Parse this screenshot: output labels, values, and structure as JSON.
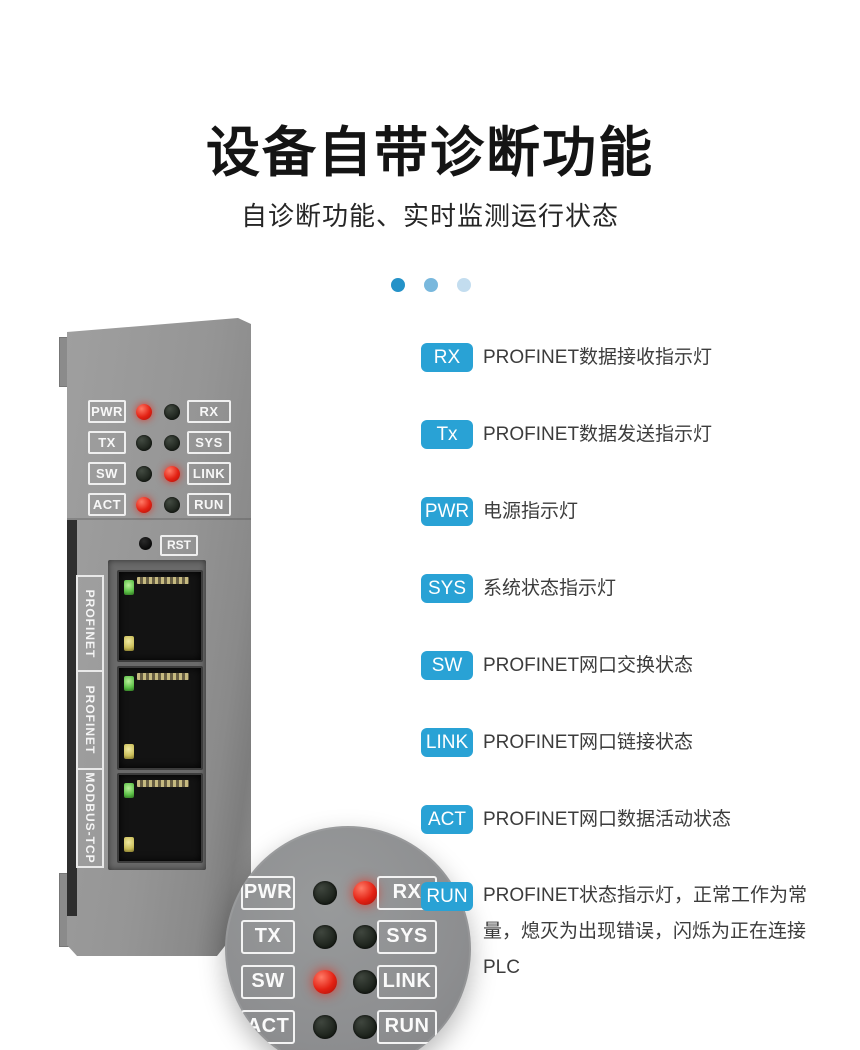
{
  "header": {
    "title": "设备自带诊断功能",
    "subtitle": "自诊断功能、实时监测运行状态"
  },
  "decor": {
    "dot_colors": [
      "#2492c8",
      "#79b8dd",
      "#c3ddef"
    ]
  },
  "device": {
    "reset_label": "RST",
    "panel": {
      "rows": [
        {
          "left": "PWR",
          "right": "RX",
          "leds": [
            "red",
            "off"
          ]
        },
        {
          "left": "TX",
          "right": "SYS",
          "leds": [
            "off",
            "off"
          ]
        },
        {
          "left": "SW",
          "right": "LINK",
          "leds": [
            "off",
            "red"
          ]
        },
        {
          "left": "ACT",
          "right": "RUN",
          "leds": [
            "red",
            "off"
          ]
        }
      ]
    },
    "magnifier": {
      "rows": [
        {
          "left": "PWR",
          "right": "RX",
          "leds": [
            "off",
            "red"
          ]
        },
        {
          "left": "TX",
          "right": "SYS",
          "leds": [
            "off",
            "off"
          ]
        },
        {
          "left": "SW",
          "right": "LINK",
          "leds": [
            "red",
            "off"
          ]
        },
        {
          "left": "ACT",
          "right": "RUN",
          "leds": [
            "off",
            "off"
          ]
        }
      ]
    },
    "port_labels": [
      "PROFINET",
      "PROFINET",
      "MODBUS-TCP"
    ]
  },
  "legend": {
    "accent_color": "#29a2d5",
    "items": [
      {
        "label": "RX",
        "text": "PROFINET数据接收指示灯"
      },
      {
        "label": "Tx",
        "text": "PROFINET数据发送指示灯"
      },
      {
        "label": "PWR",
        "text": "电源指示灯"
      },
      {
        "label": "SYS",
        "text": "系统状态指示灯"
      },
      {
        "label": "SW",
        "text": "PROFINET网口交换状态"
      },
      {
        "label": "LINK",
        "text": "PROFINET网口链接状态"
      },
      {
        "label": "ACT",
        "text": "PROFINET网口数据活动状态"
      },
      {
        "label": "RUN",
        "text": "PROFINET状态指示灯，正常工作为常量，熄灭为出现错误，闪烁为正在连接PLC"
      }
    ]
  }
}
